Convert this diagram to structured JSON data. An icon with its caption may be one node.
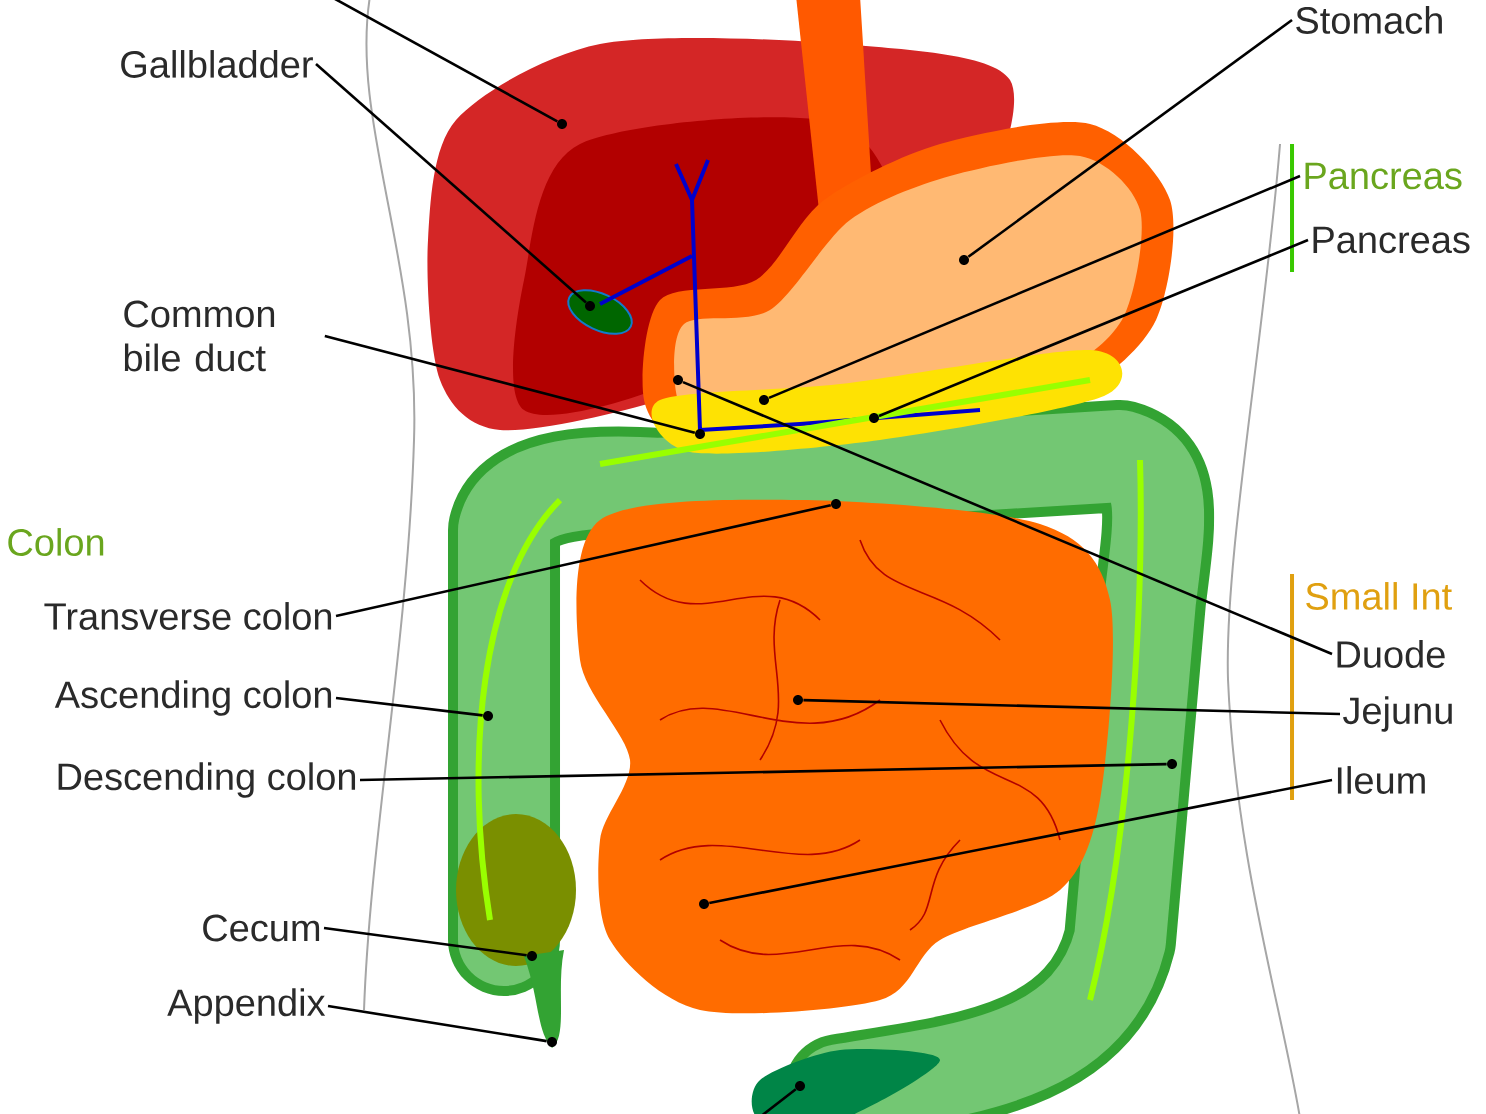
{
  "diagram": {
    "nodes": [
      {
        "text": [
          "Gallbladder"
        ]
      },
      {
        "text": [
          "Common bile duct"
        ]
      },
      {
        "text": [
          "Transverse colon"
        ]
      },
      {
        "text": [
          "Ascending colon"
        ]
      },
      {
        "text": [
          "Descending colon"
        ]
      },
      {
        "text": [
          "Cecum"
        ]
      },
      {
        "text": [
          "Appendix"
        ]
      },
      {
        "text": [
          "Stomach"
        ]
      },
      {
        "text": [
          "Pancreas"
        ]
      },
      {
        "text": [
          "Pancreas"
        ]
      },
      {
        "text": [
          "Duode"
        ]
      },
      {
        "text": [
          "Jejunu"
        ]
      },
      {
        "text": [
          "Ileum"
        ]
      },
      {
        "text": [],
        "shape": "circle"
      },
      {
        "text": [],
        "shape": "circle"
      },
      {
        "text": [],
        "shape": "circle"
      },
      {
        "text": [],
        "shape": "circle"
      },
      {
        "text": [],
        "shape": "circle"
      },
      {
        "text": [],
        "shape": "circle"
      },
      {
        "text": [],
        "shape": "circle"
      },
      {
        "text": [],
        "shape": "circle"
      },
      {
        "text": [],
        "shape": "circle"
      },
      {
        "text": [],
        "shape": "circle"
      },
      {
        "text": [],
        "shape": "circle"
      },
      {
        "text": [],
        "shape": "circle"
      },
      {
        "text": [],
        "shape": "circle"
      },
      {
        "text": [],
        "shape": "circle"
      },
      {
        "text": [],
        "shape": "circle"
      }
    ],
    "edges": [
      {
        "from": 0,
        "to": 13,
        "arrow": "none"
      },
      {
        "from": 1,
        "to": 14,
        "arrow": "none"
      },
      {
        "from": 2,
        "to": 15,
        "arrow": "none"
      },
      {
        "from": 3,
        "to": 16,
        "arrow": "none"
      },
      {
        "from": 4,
        "to": 17,
        "arrow": "none"
      },
      {
        "from": 5,
        "to": 18,
        "arrow": "none"
      },
      {
        "from": 6,
        "to": 19,
        "arrow": "none"
      },
      {
        "from": 7,
        "to": 20,
        "arrow": "none"
      },
      {
        "from": 8,
        "to": 21,
        "arrow": "none"
      },
      {
        "from": 9,
        "to": 22,
        "arrow": "none"
      },
      {
        "from": 10,
        "to": 23,
        "arrow": "none"
      },
      {
        "from": 11,
        "to": 24,
        "arrow": "none"
      },
      {
        "from": 12,
        "to": 25,
        "arrow": "none"
      },
      {
        "from": null,
        "to": 26,
        "arrow": "none"
      },
      {
        "from": null,
        "to": 27,
        "arrow": "none"
      }
    ],
    "labels": [
      "Colon",
      "Small Int"
    ]
  }
}
